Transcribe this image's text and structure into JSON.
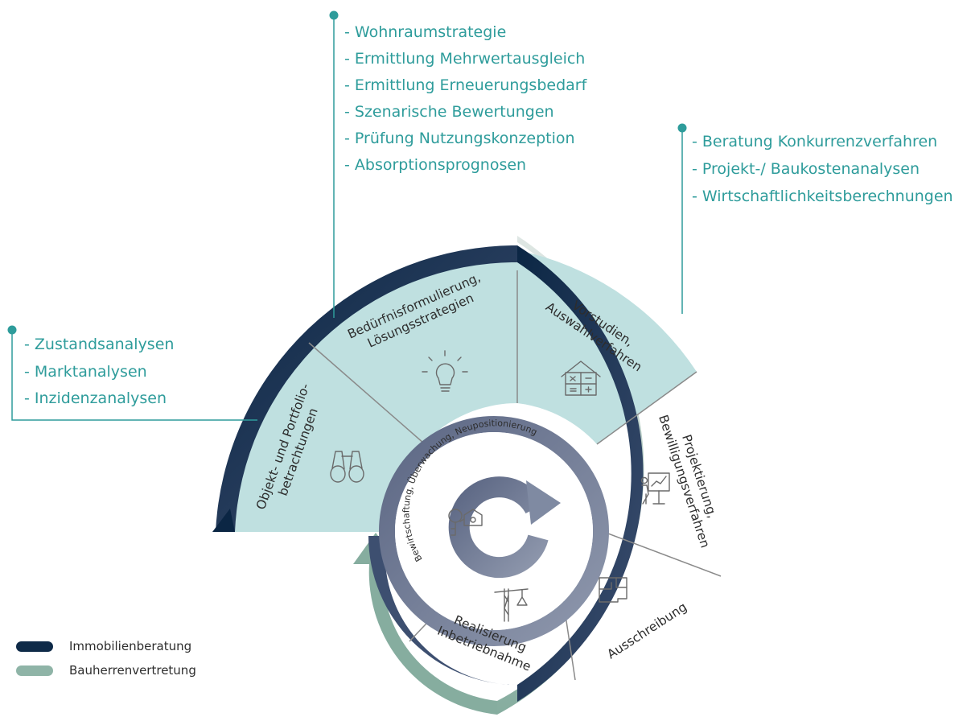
{
  "service_groups": {
    "left": [
      "- Zustandsanalysen",
      "- Marktanalysen",
      "- Inzidenzanalysen"
    ],
    "top": [
      "- Wohnraumstrategie",
      "- Ermittlung Mehrwertausgleich",
      "- Ermittlung Erneuerungsbedarf",
      "- Szenarische Bewertungen",
      "- Prüfung Nutzungskonzeption",
      "- Absorptionsprognosen"
    ],
    "right": [
      "- Beratung Konkurrenzverfahren",
      "- Projekt-/ Baukostenanalysen",
      "- Wirtschaftlichkeitsberechnungen"
    ]
  },
  "segments": {
    "objekt": [
      "Objekt- und Portfolio-",
      "betrachtungen"
    ],
    "beduerfnis": [
      "Bedürfnisformulierung,",
      "Lösungsstrategien"
    ],
    "vorstudien": [
      "Vorstudien,",
      "Auswahlverfahren"
    ],
    "projektierung": [
      "Projektierung,",
      "Bewilligungsverfahren"
    ],
    "ausschreibung": [
      "Ausschreibung"
    ],
    "realisierung": [
      "Realisierung",
      "Inbetriebnahme"
    ]
  },
  "inner_ring_label": "Bewirtschaftung, Überwachung, Neupositionierung",
  "legend": [
    {
      "label": "Immobilienberatung",
      "color": "#0e2a48"
    },
    {
      "label": "Bauherrenvertretung",
      "color": "#8fb4a7"
    }
  ],
  "colors": {
    "accent": "#2e9c9b",
    "highlight_fill": "#bfe0e0",
    "navy": "#0e2a48",
    "sage": "#8fb4a7",
    "inner_ring": "#6c7790"
  },
  "icons": [
    "binoculars-icon",
    "lightbulb-icon",
    "house-calculator-icon",
    "presentation-icon",
    "floorplan-icon",
    "crane-icon",
    "keys-icon",
    "cycle-arrow-icon"
  ]
}
